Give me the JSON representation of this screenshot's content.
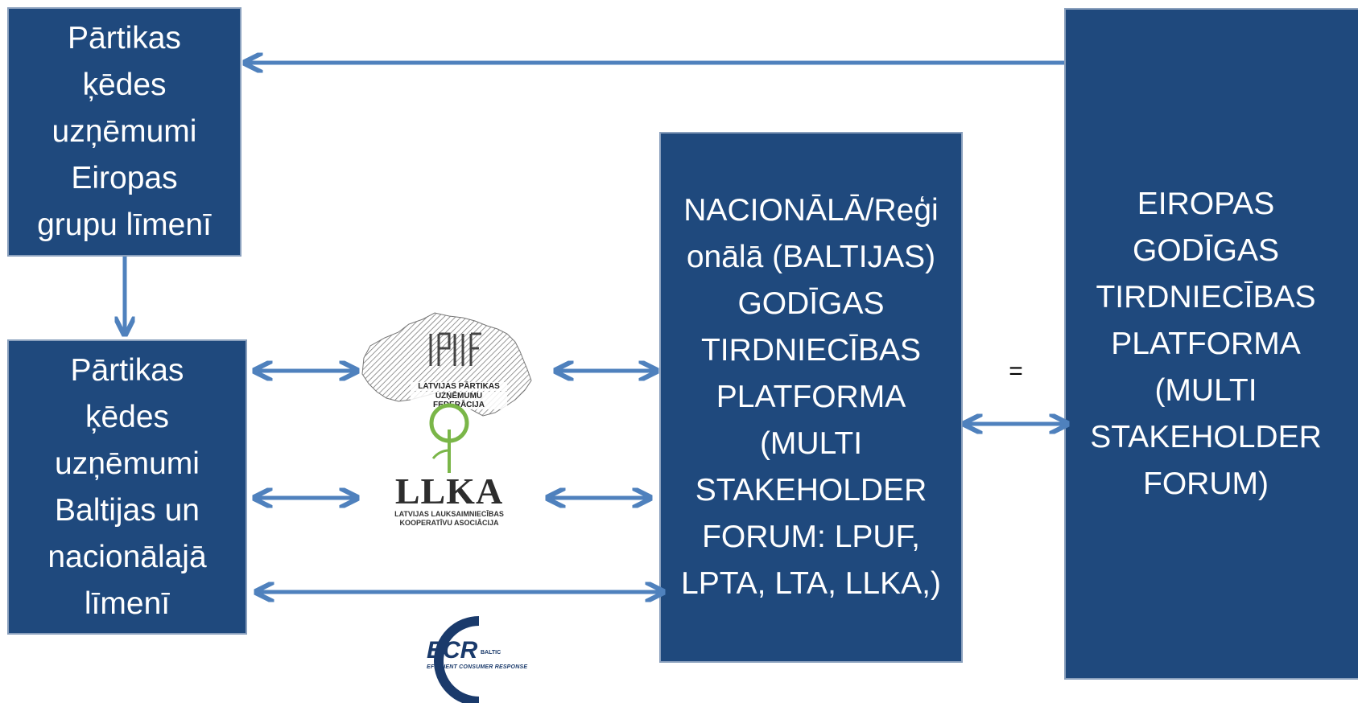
{
  "boxes": {
    "eu_groups": "Pārtikas\nķēdes\nuzņēmumi\nEiropas\ngrupu līmenī",
    "baltic_national": "Pārtikas\nķēdes\nuzņēmumi\nBaltijas un\nnacionālajā\nlīmenī",
    "national_platform": "NACIONĀLĀ/Reģi\nonālā (BALTIJAS)\nGODĪGAS\nTIRDNIECĪBAS\nPLATFORMA\n(MULTI\nSTAKEHOLDER\nFORUM: LPUF,\nLPTA, LTA, LLKA,)",
    "eu_platform": "EIROPAS\nGODĪGAS\nTIRDNIECĪBAS\nPLATFORMA\n(MULTI\nSTAKEHOLDER\nFORUM)"
  },
  "equals_sign": "=",
  "logos": {
    "lpuf": {
      "mark": "LPUF",
      "line1": "LATVIJAS PĀRTIKAS",
      "line2": "UZŅĒMUMU FEDERĀCIJA"
    },
    "llka": {
      "name": "LLKA",
      "line1": "LATVIJAS LAUKSAIMNIECĪBAS",
      "line2": "KOOPERATĪVU ASOCIĀCIJA"
    },
    "ecr": {
      "name": "ECR",
      "tag": "BALTIC",
      "sub": "EFFICIENT CONSUMER RESPONSE"
    }
  },
  "colors": {
    "box_fill": "#1f497d",
    "box_border": "#8aa0bd",
    "arrow": "#4f81bd",
    "llka_green": "#7ab648",
    "ecr_navy": "#1a3a6b"
  }
}
